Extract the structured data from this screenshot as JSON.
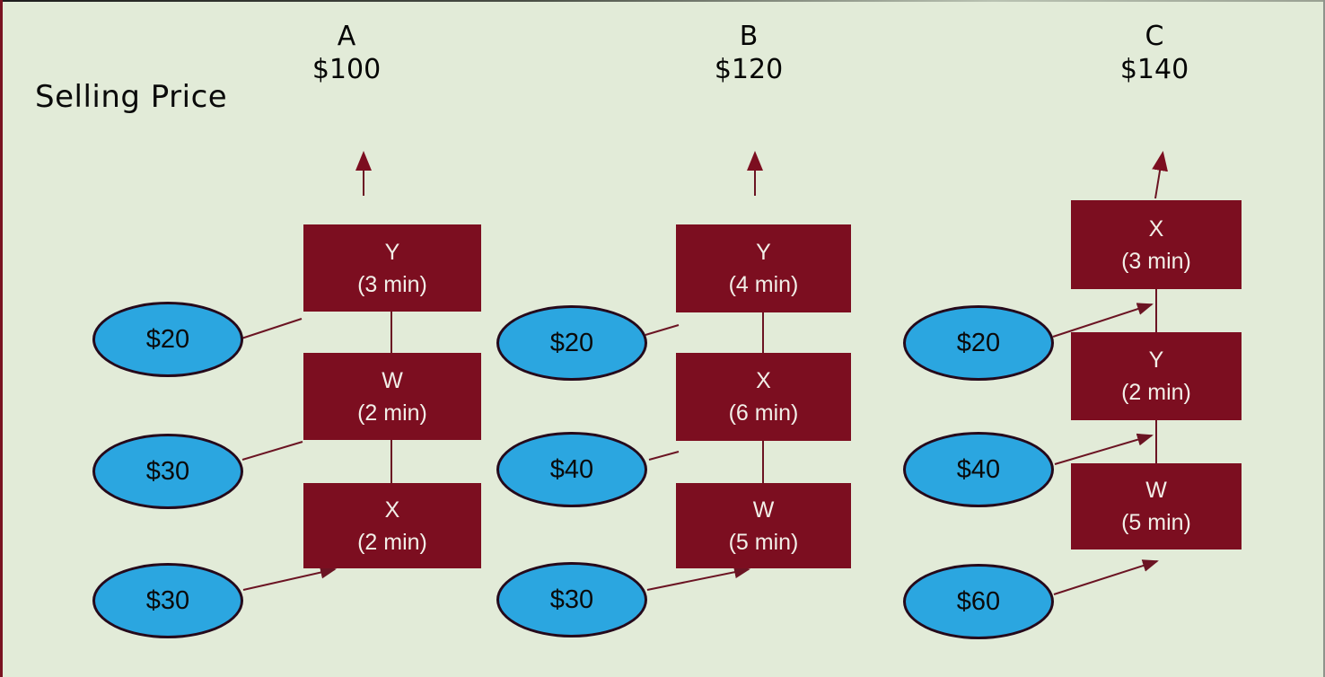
{
  "title": "Selling Price",
  "colors": {
    "background": "#e2ebd8",
    "process_box": "#7c0e20",
    "connector_line": "#6b1423",
    "cost_ellipse_fill": "#2ba6e0",
    "cost_ellipse_border": "#25091b",
    "box_text": "#f2efe8",
    "heading_text": "#050505"
  },
  "columns": [
    {
      "name": "A",
      "price": "$100",
      "boxes": [
        {
          "label": "Y",
          "time": "(3 min)"
        },
        {
          "label": "W",
          "time": "(2 min)"
        },
        {
          "label": "X",
          "time": "(2 min)"
        }
      ],
      "costs": [
        "$20",
        "$30",
        "$30"
      ]
    },
    {
      "name": "B",
      "price": "$120",
      "boxes": [
        {
          "label": "Y",
          "time": "(4 min)"
        },
        {
          "label": "X",
          "time": "(6 min)"
        },
        {
          "label": "W",
          "time": "(5 min)"
        }
      ],
      "costs": [
        "$20",
        "$40",
        "$30"
      ]
    },
    {
      "name": "C",
      "price": "$140",
      "boxes": [
        {
          "label": "X",
          "time": "(3 min)"
        },
        {
          "label": "Y",
          "time": "(2 min)"
        },
        {
          "label": "W",
          "time": "(5 min)"
        }
      ],
      "costs": [
        "$20",
        "$40",
        "$60"
      ]
    }
  ]
}
